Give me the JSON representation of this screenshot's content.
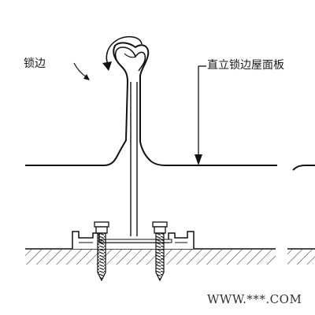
{
  "labels": {
    "seam_lock": "锁边",
    "standing_seam_panel": "直立锁边屋面板",
    "watermark": "WWW.***.COM"
  },
  "parts": {
    "roof_panel": "roof-panel",
    "seam_rib": "standing-seam-rib",
    "clip": "support-clip",
    "screw_left": "self-drilling-screw",
    "screw_right": "self-drilling-screw",
    "purlin": "purlin-base",
    "rotation_arrow": "curved-arrow-icon",
    "leader_arrow": "down-arrow-icon"
  }
}
